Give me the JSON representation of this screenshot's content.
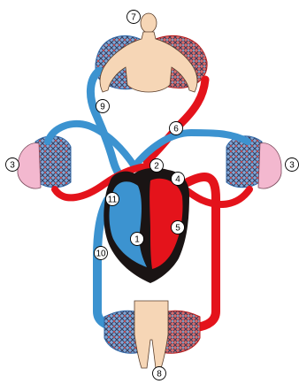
{
  "colors": {
    "oxygenated": "#e4131b",
    "deoxygenated": "#3c93d0",
    "heart_dark": "#1a1414",
    "skin": "#f6d6b6",
    "lung": "#f3b8cf",
    "capillary_blue": "#8db7de",
    "capillary_red": "#d94444",
    "capillary_dark": "#454a68"
  },
  "callouts": {
    "c1": "1",
    "c2": "2",
    "c3_left": "3",
    "c3_right": "3",
    "c4": "4",
    "c5": "5",
    "c6": "6",
    "c7": "7",
    "c8": "8",
    "c9": "9",
    "c10": "10",
    "c11": "11"
  }
}
